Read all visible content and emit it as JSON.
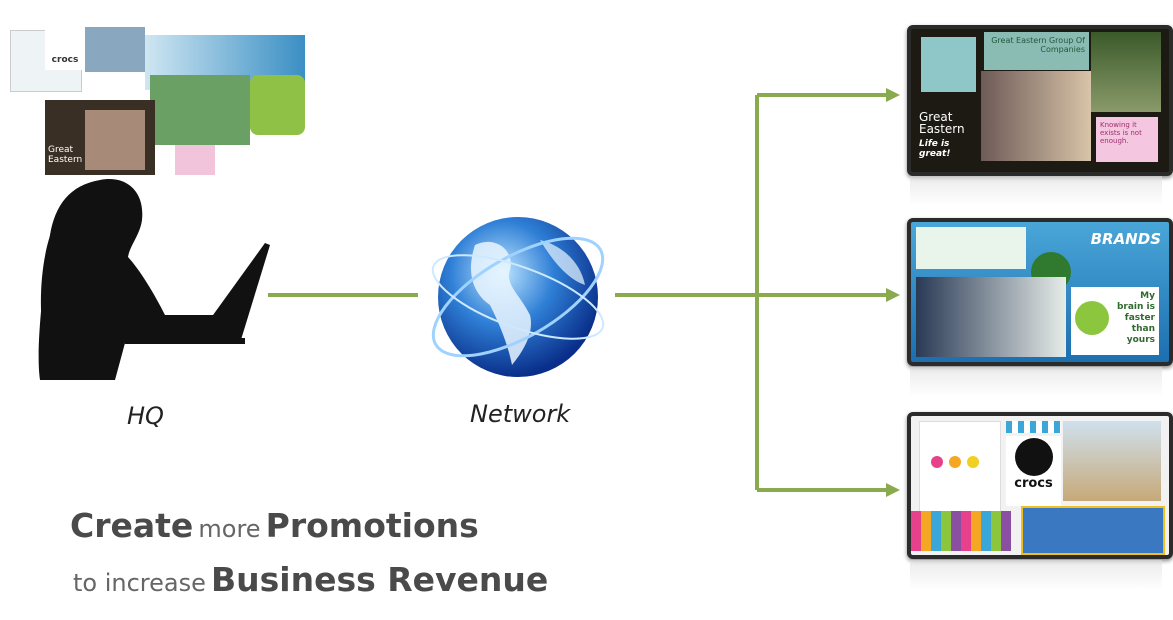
{
  "labels": {
    "hq": "HQ",
    "network": "Network"
  },
  "tagline": {
    "line1": {
      "word1": "Create",
      "word2": "more",
      "word3": "Promotions"
    },
    "line2": {
      "word1": "to increase",
      "word2": "Business Revenue"
    }
  },
  "screens": [
    {
      "name": "great-eastern",
      "logo": "Great Eastern",
      "slogan": "Life is great!",
      "note": "Knowing it exists is not enough.",
      "sub": "Great Eastern Group Of Companies"
    },
    {
      "name": "brands",
      "logo": "BRANDS",
      "note": "My brain is faster than yours"
    },
    {
      "name": "crocs",
      "logo": "crocs"
    }
  ],
  "colors": {
    "connector": "#8aaa4e",
    "text": "#4a4a4a"
  }
}
